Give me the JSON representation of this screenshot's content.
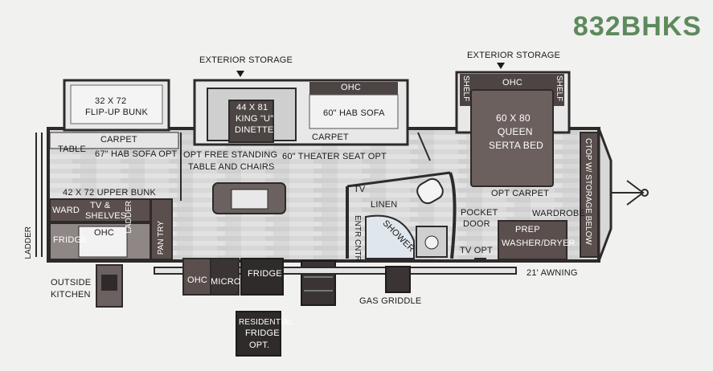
{
  "model": "832BHKS",
  "labels": {
    "ext_storage_1": "EXTERIOR STORAGE",
    "ext_storage_2": "EXTERIOR STORAGE",
    "flip_bunk_l1": "32 X 72",
    "flip_bunk_l2": "FLIP-UP BUNK",
    "dinette_l1": "44 X 81",
    "dinette_l2": "KING \"U\"",
    "dinette_l3": "DINETTE",
    "ohc_sofa": "OHC",
    "hab_sofa": "60\" HAB SOFA",
    "carpet_sofa": "CARPET",
    "shelf_left": "SHELF",
    "shelf_right": "SHELF",
    "ohc_bed": "OHC",
    "bed_l1": "60 X 80",
    "bed_l2": "QUEEN",
    "bed_l3": "SERTA BED",
    "table": "TABLE",
    "carpet_left": "CARPET",
    "hab_sofa_opt": "67\" HAB SOFA OPT",
    "opt_table_l1": "OPT FREE STANDING",
    "opt_table_l2": "TABLE AND CHAIRS",
    "theater_seat": "60\" THEATER SEAT OPT",
    "ctop": "CTOP W/ STORAGE BELOW",
    "upper_bunk": "42 X 72 UPPER BUNK",
    "ward": "WARD",
    "tv_shelves_l1": "TV &",
    "tv_shelves_l2": "SHELVES",
    "ladder_inside": "LADDER",
    "pan_try": "PAN TRY",
    "tv": "TV",
    "linen": "LINEN",
    "entr_cntr": "ENTR CNTR",
    "shower": "SHOWER",
    "opt_carpet": "OPT CARPET",
    "pocket_door_l1": "POCKET",
    "pocket_door_l2": "DOOR",
    "wardrobe": "WARDROBE",
    "prep_l1": "PREP",
    "prep_l2": "WASHER/DRYER",
    "tv_opt": "TV OPT",
    "fridge_bunk": "FRIDGE",
    "ohc_bunk": "OHC",
    "ladder_outside": "LADDER",
    "outside_kitchen_l1": "OUTSIDE",
    "outside_kitchen_l2": "KITCHEN",
    "ohc_kitchen": "OHC",
    "micro": "MICRO",
    "fridge_kitchen": "FRIDGE",
    "awning": "21' AWNING",
    "gas_griddle": "GAS GRIDDLE",
    "res_fridge_l1": "RESIDENTIAL",
    "res_fridge_l2": "FRIDGE",
    "res_fridge_l3": "OPT."
  },
  "colors": {
    "model_text": "#5d8a5d",
    "floor": "#d7d7d7",
    "wall": "#3a3434",
    "cabinet": "#5a4f4d",
    "bed": "#6b605d"
  }
}
